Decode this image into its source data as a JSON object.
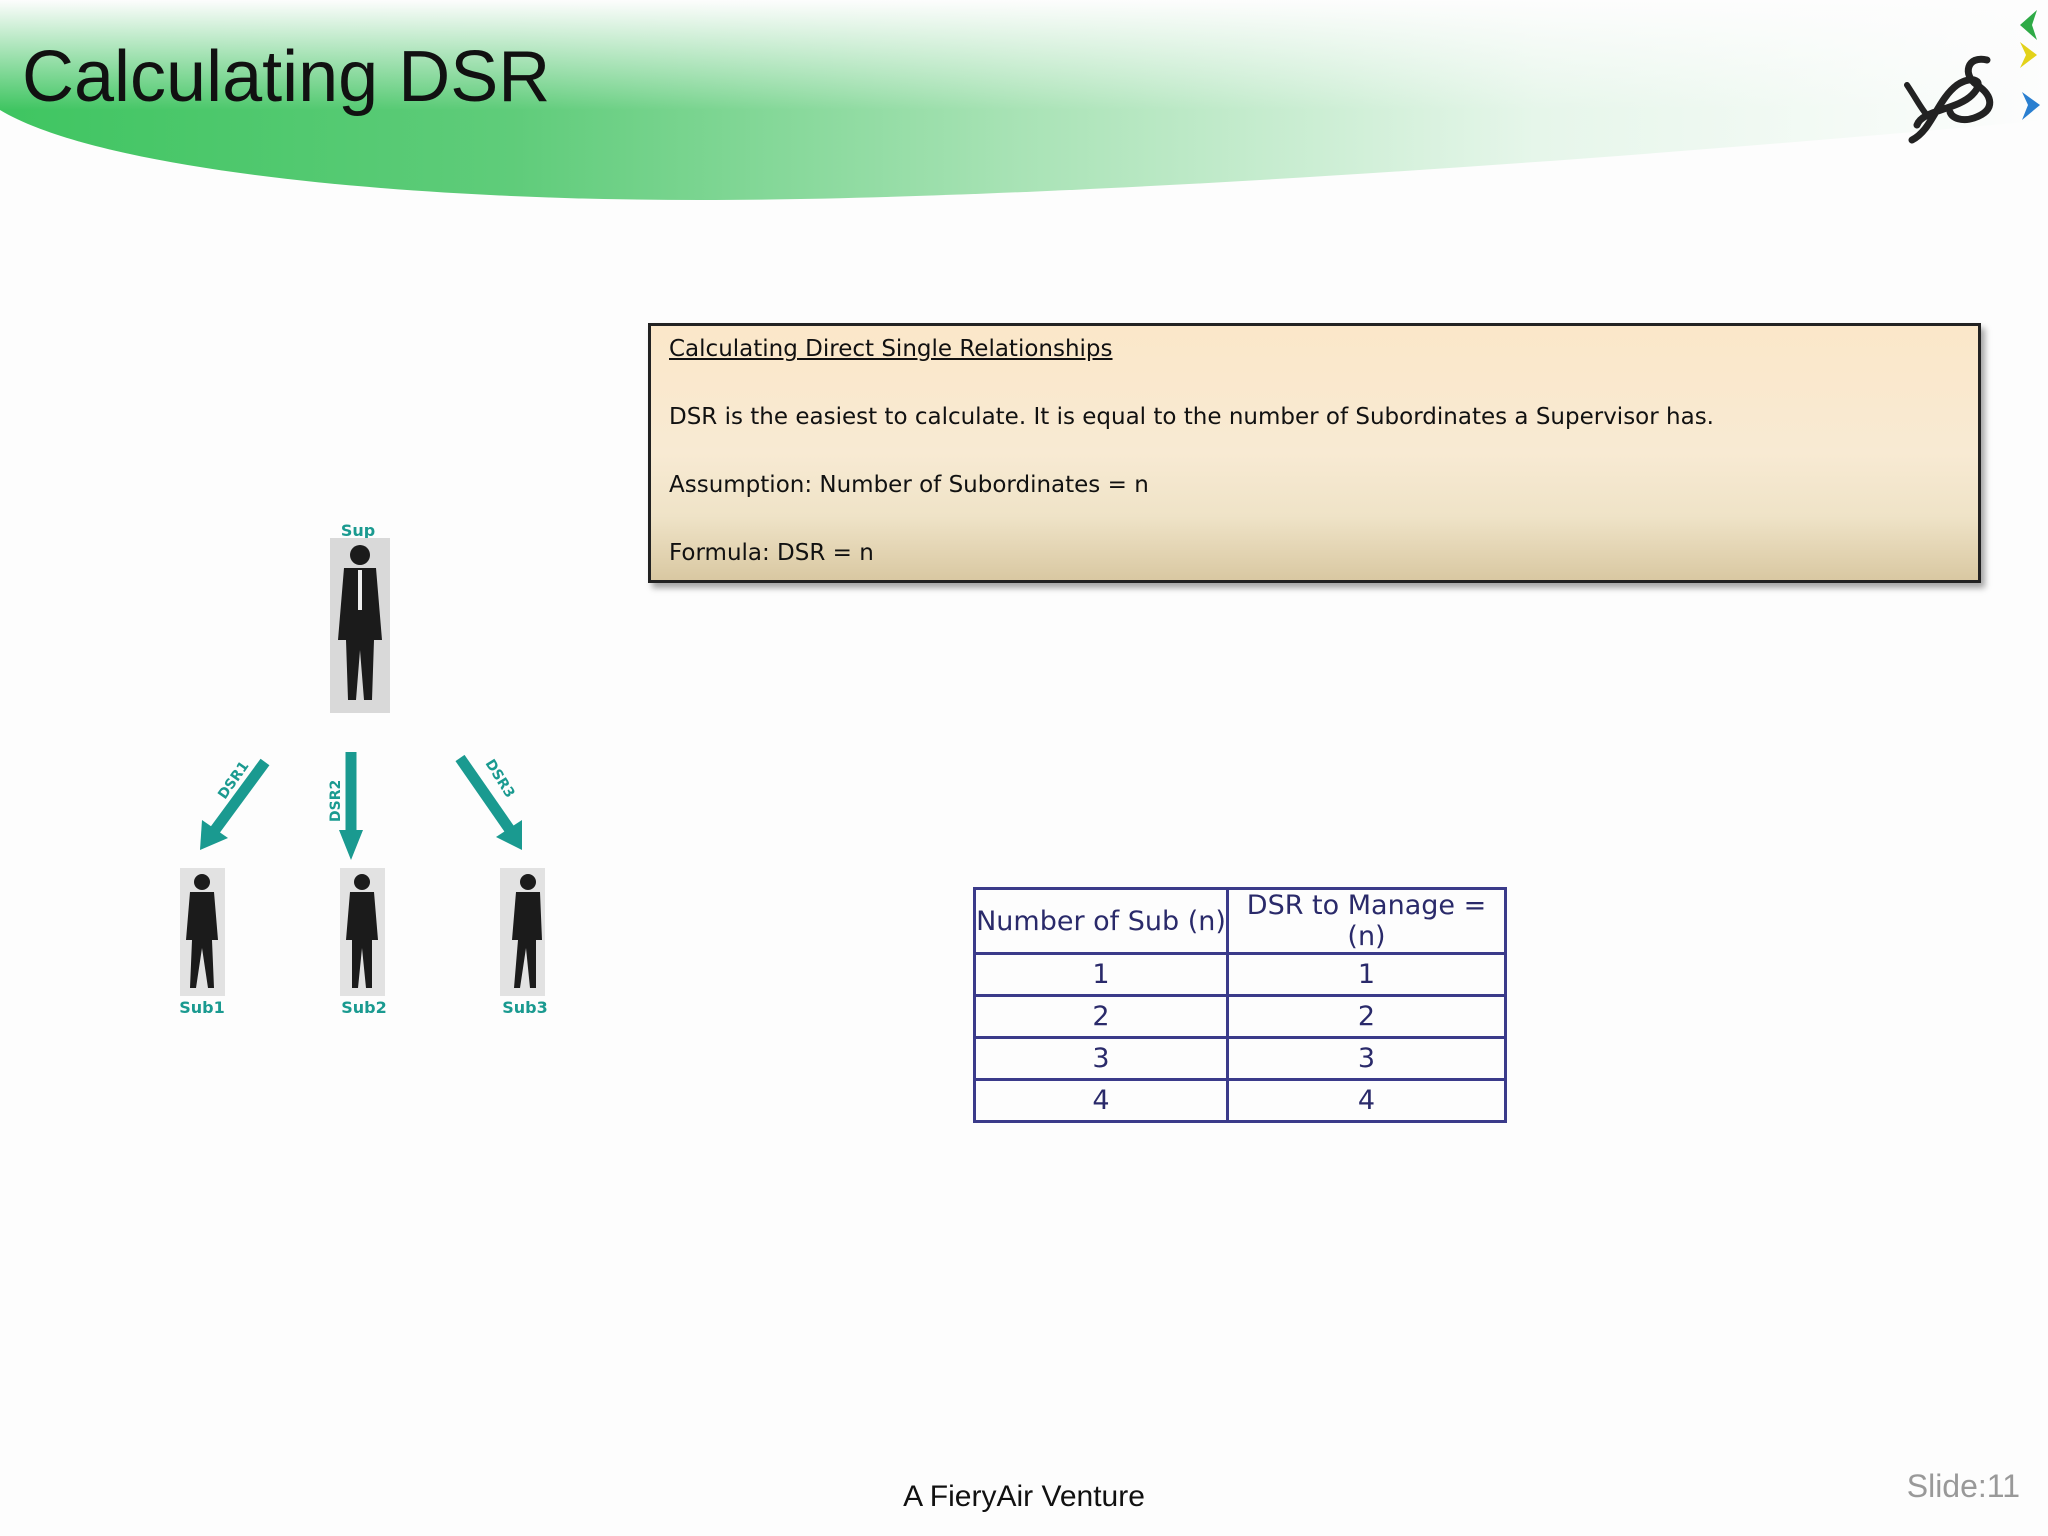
{
  "slide": {
    "title": "Calculating DSR",
    "footer": "A FieryAir Venture",
    "slide_number": "Slide:11"
  },
  "info_box": {
    "title": "Calculating Direct Single Relationships",
    "line1": "DSR is the easiest to calculate. It is equal to the number of Subordinates a Supervisor has.",
    "line2": "Assumption: Number of Subordinates = n",
    "line3": "Formula: DSR = n"
  },
  "org_chart": {
    "supervisor_label": "Sup",
    "arrow_labels": [
      "DSR1",
      "DSR2",
      "DSR3"
    ],
    "subordinate_labels": [
      "Sub1",
      "Sub2",
      "Sub3"
    ],
    "accent_color": "#1a9a90"
  },
  "table": {
    "headers": [
      "Number of Sub (n)",
      "DSR to Manage = (n)"
    ],
    "rows": [
      [
        "1",
        "1"
      ],
      [
        "2",
        "2"
      ],
      [
        "3",
        "3"
      ],
      [
        "4",
        "4"
      ]
    ]
  },
  "colors": {
    "header_green": "#3fc561",
    "table_border": "#3b3b8a",
    "box_fill": "#fbe7c9"
  },
  "logo": {
    "icon": "yss-logo-icon",
    "text": "ySS"
  }
}
